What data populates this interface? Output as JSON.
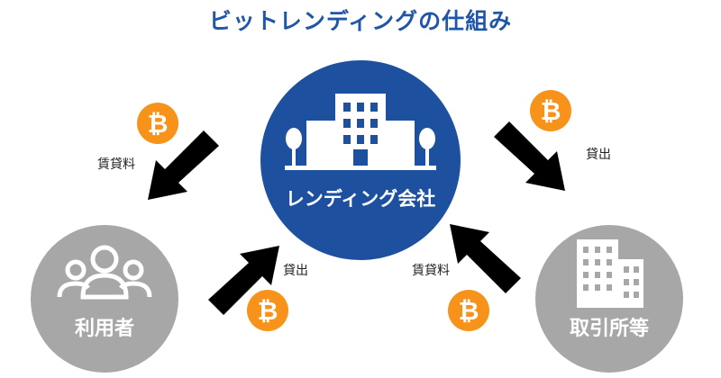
{
  "title": "ビットレンディングの仕組み",
  "colors": {
    "title": "#1f56a8",
    "center_node": "#1e50a0",
    "side_node": "#a7a7a7",
    "arrow": "#000000",
    "coin": "#f7931a",
    "node_text": "#ffffff"
  },
  "nodes": {
    "center": {
      "label": "レンディング会社",
      "icon": "office-building-icon"
    },
    "left": {
      "label": "利用者",
      "icon": "users-group-icon"
    },
    "right": {
      "label": "取引所等",
      "icon": "city-buildings-icon"
    }
  },
  "flows": {
    "center_to_left": {
      "label": "賃貸料"
    },
    "left_to_center": {
      "label": "貸出"
    },
    "center_to_right": {
      "label": "貸出"
    },
    "right_to_center": {
      "label": "賃貸料"
    }
  },
  "coin_symbol": "₿"
}
